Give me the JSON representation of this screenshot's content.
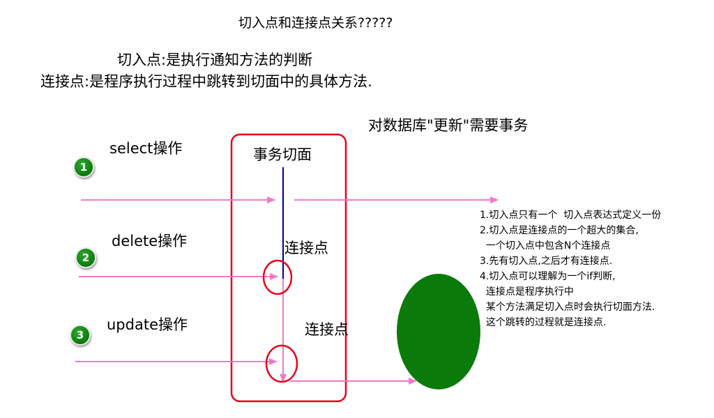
{
  "title": "切入点和连接点关系?????",
  "definitions": {
    "pointcut": "切入点:是执行通知方法的判断",
    "joinpoint": "连接点:是程序执行过程中跳转到切面中的具体方法."
  },
  "database_label": "对数据库\"更新\"需要事务",
  "aspect_label": "事务切面",
  "operations": [
    {
      "badge": "1",
      "label": "select操作"
    },
    {
      "badge": "2",
      "label": "delete操作"
    },
    {
      "badge": "3",
      "label": "update操作"
    }
  ],
  "joinpoint_labels": [
    "连接点",
    "连接点"
  ],
  "notes": [
    "1.切入点只有一个  切入点表达式定义一份",
    "2.切入点是连接点的一个超大的集合,",
    "  一个切入点中包含N个连接点",
    "3.先有切入点,之后才有连接点.",
    "4.切入点可以理解为一个if判断,",
    "  连接点是程序执行中",
    "  某个方法满足切入点时会执行切面方法.",
    "  这个跳转的过程就是连接点."
  ],
  "colors": {
    "arrow": "#f07ac8",
    "box": "#e8001c",
    "aspect_line": "#00007a",
    "target": "#0a7a0a"
  }
}
